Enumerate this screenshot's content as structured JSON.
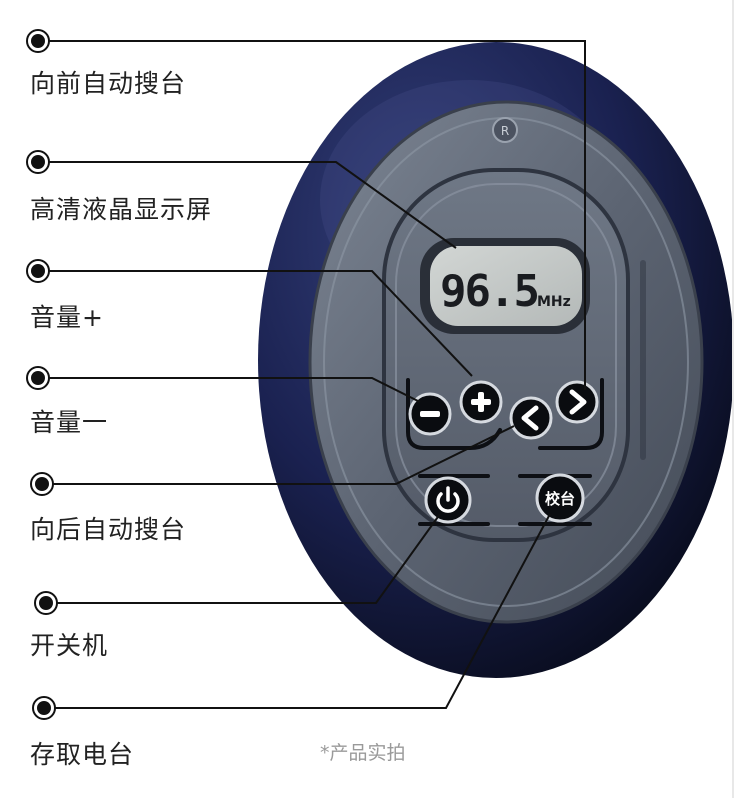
{
  "labels": {
    "seek_forward": "向前自动搜台",
    "lcd_screen": "高清液晶显示屏",
    "volume_up": "音量+",
    "volume_down": "音量一",
    "seek_back": "向后自动搜台",
    "power": "开关机",
    "store_station": "存取电台"
  },
  "device": {
    "frequency": "96.5",
    "unit": "MHz",
    "tune_button": "校台"
  },
  "note": "*产品实拍",
  "colors": {
    "shell_dark": "#0f1430",
    "faceplate": "#5a6270",
    "button": "#0a0c10",
    "lcd": "#c4c8c6"
  }
}
